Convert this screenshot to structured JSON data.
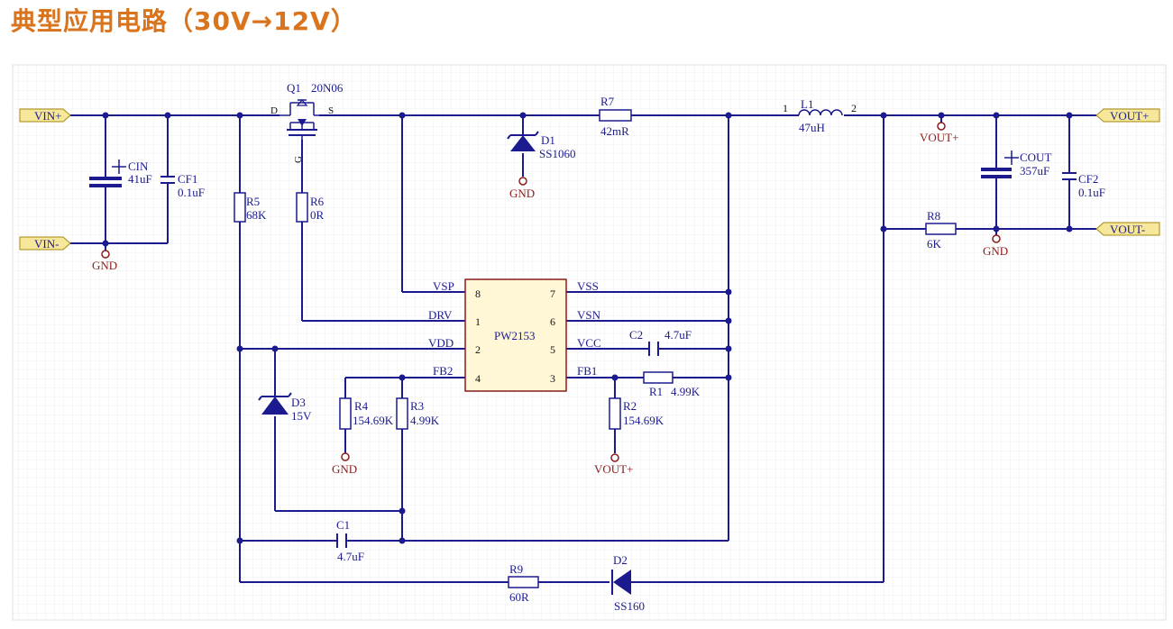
{
  "title": "典型应用电路（30V→12V）",
  "ports": {
    "vin_plus": "VIN+",
    "vin_minus": "VIN-",
    "vout_plus": "VOUT+",
    "vout_minus": "VOUT-"
  },
  "components": {
    "q1": {
      "ref": "Q1",
      "value": "20N06",
      "pin_d": "D",
      "pin_s": "S",
      "pin_g": "G"
    },
    "cin": {
      "ref": "CIN",
      "value": "41uF"
    },
    "cf1": {
      "ref": "CF1",
      "value": "0.1uF"
    },
    "r5": {
      "ref": "R5",
      "value": "68K"
    },
    "r6": {
      "ref": "R6",
      "value": "0R"
    },
    "d1": {
      "ref": "D1",
      "value": "SS1060"
    },
    "r7": {
      "ref": "R7",
      "value": "42mR"
    },
    "l1": {
      "ref": "L1",
      "value": "47uH",
      "pin1": "1",
      "pin2": "2"
    },
    "cout": {
      "ref": "COUT",
      "value": "357uF"
    },
    "cf2": {
      "ref": "CF2",
      "value": "0.1uF"
    },
    "r8": {
      "ref": "R8",
      "value": "6K"
    },
    "ic": {
      "name": "PW2153",
      "pin8": {
        "name": "VSP",
        "num": "8"
      },
      "pin1": {
        "name": "DRV",
        "num": "1"
      },
      "pin2": {
        "name": "VDD",
        "num": "2"
      },
      "pin4": {
        "name": "FB2",
        "num": "4"
      },
      "pin7": {
        "name": "VSS",
        "num": "7"
      },
      "pin6": {
        "name": "VSN",
        "num": "6"
      },
      "pin5": {
        "name": "VCC",
        "num": "5"
      },
      "pin3": {
        "name": "FB1",
        "num": "3"
      }
    },
    "c2": {
      "ref": "C2",
      "value": "4.7uF"
    },
    "r1": {
      "ref": "R1",
      "value": "4.99K"
    },
    "r2": {
      "ref": "R2",
      "value": "154.69K"
    },
    "d3": {
      "ref": "D3",
      "value": "15V"
    },
    "r4": {
      "ref": "R4",
      "value": "154.69K"
    },
    "r3": {
      "ref": "R3",
      "value": "4.99K"
    },
    "c1": {
      "ref": "C1",
      "value": "4.7uF"
    },
    "r9": {
      "ref": "R9",
      "value": "60R"
    },
    "d2": {
      "ref": "D2",
      "value": "SS160"
    }
  },
  "power_symbols": {
    "gnd": "GND",
    "vout_plus": "VOUT+"
  },
  "colors": {
    "title": "#d9731c",
    "wire": "#1b1b8f",
    "power_label": "#8b1c1c",
    "ic_fill": "#fff7d6",
    "port_fill": "#f7e79a",
    "grid": "#ececec"
  }
}
